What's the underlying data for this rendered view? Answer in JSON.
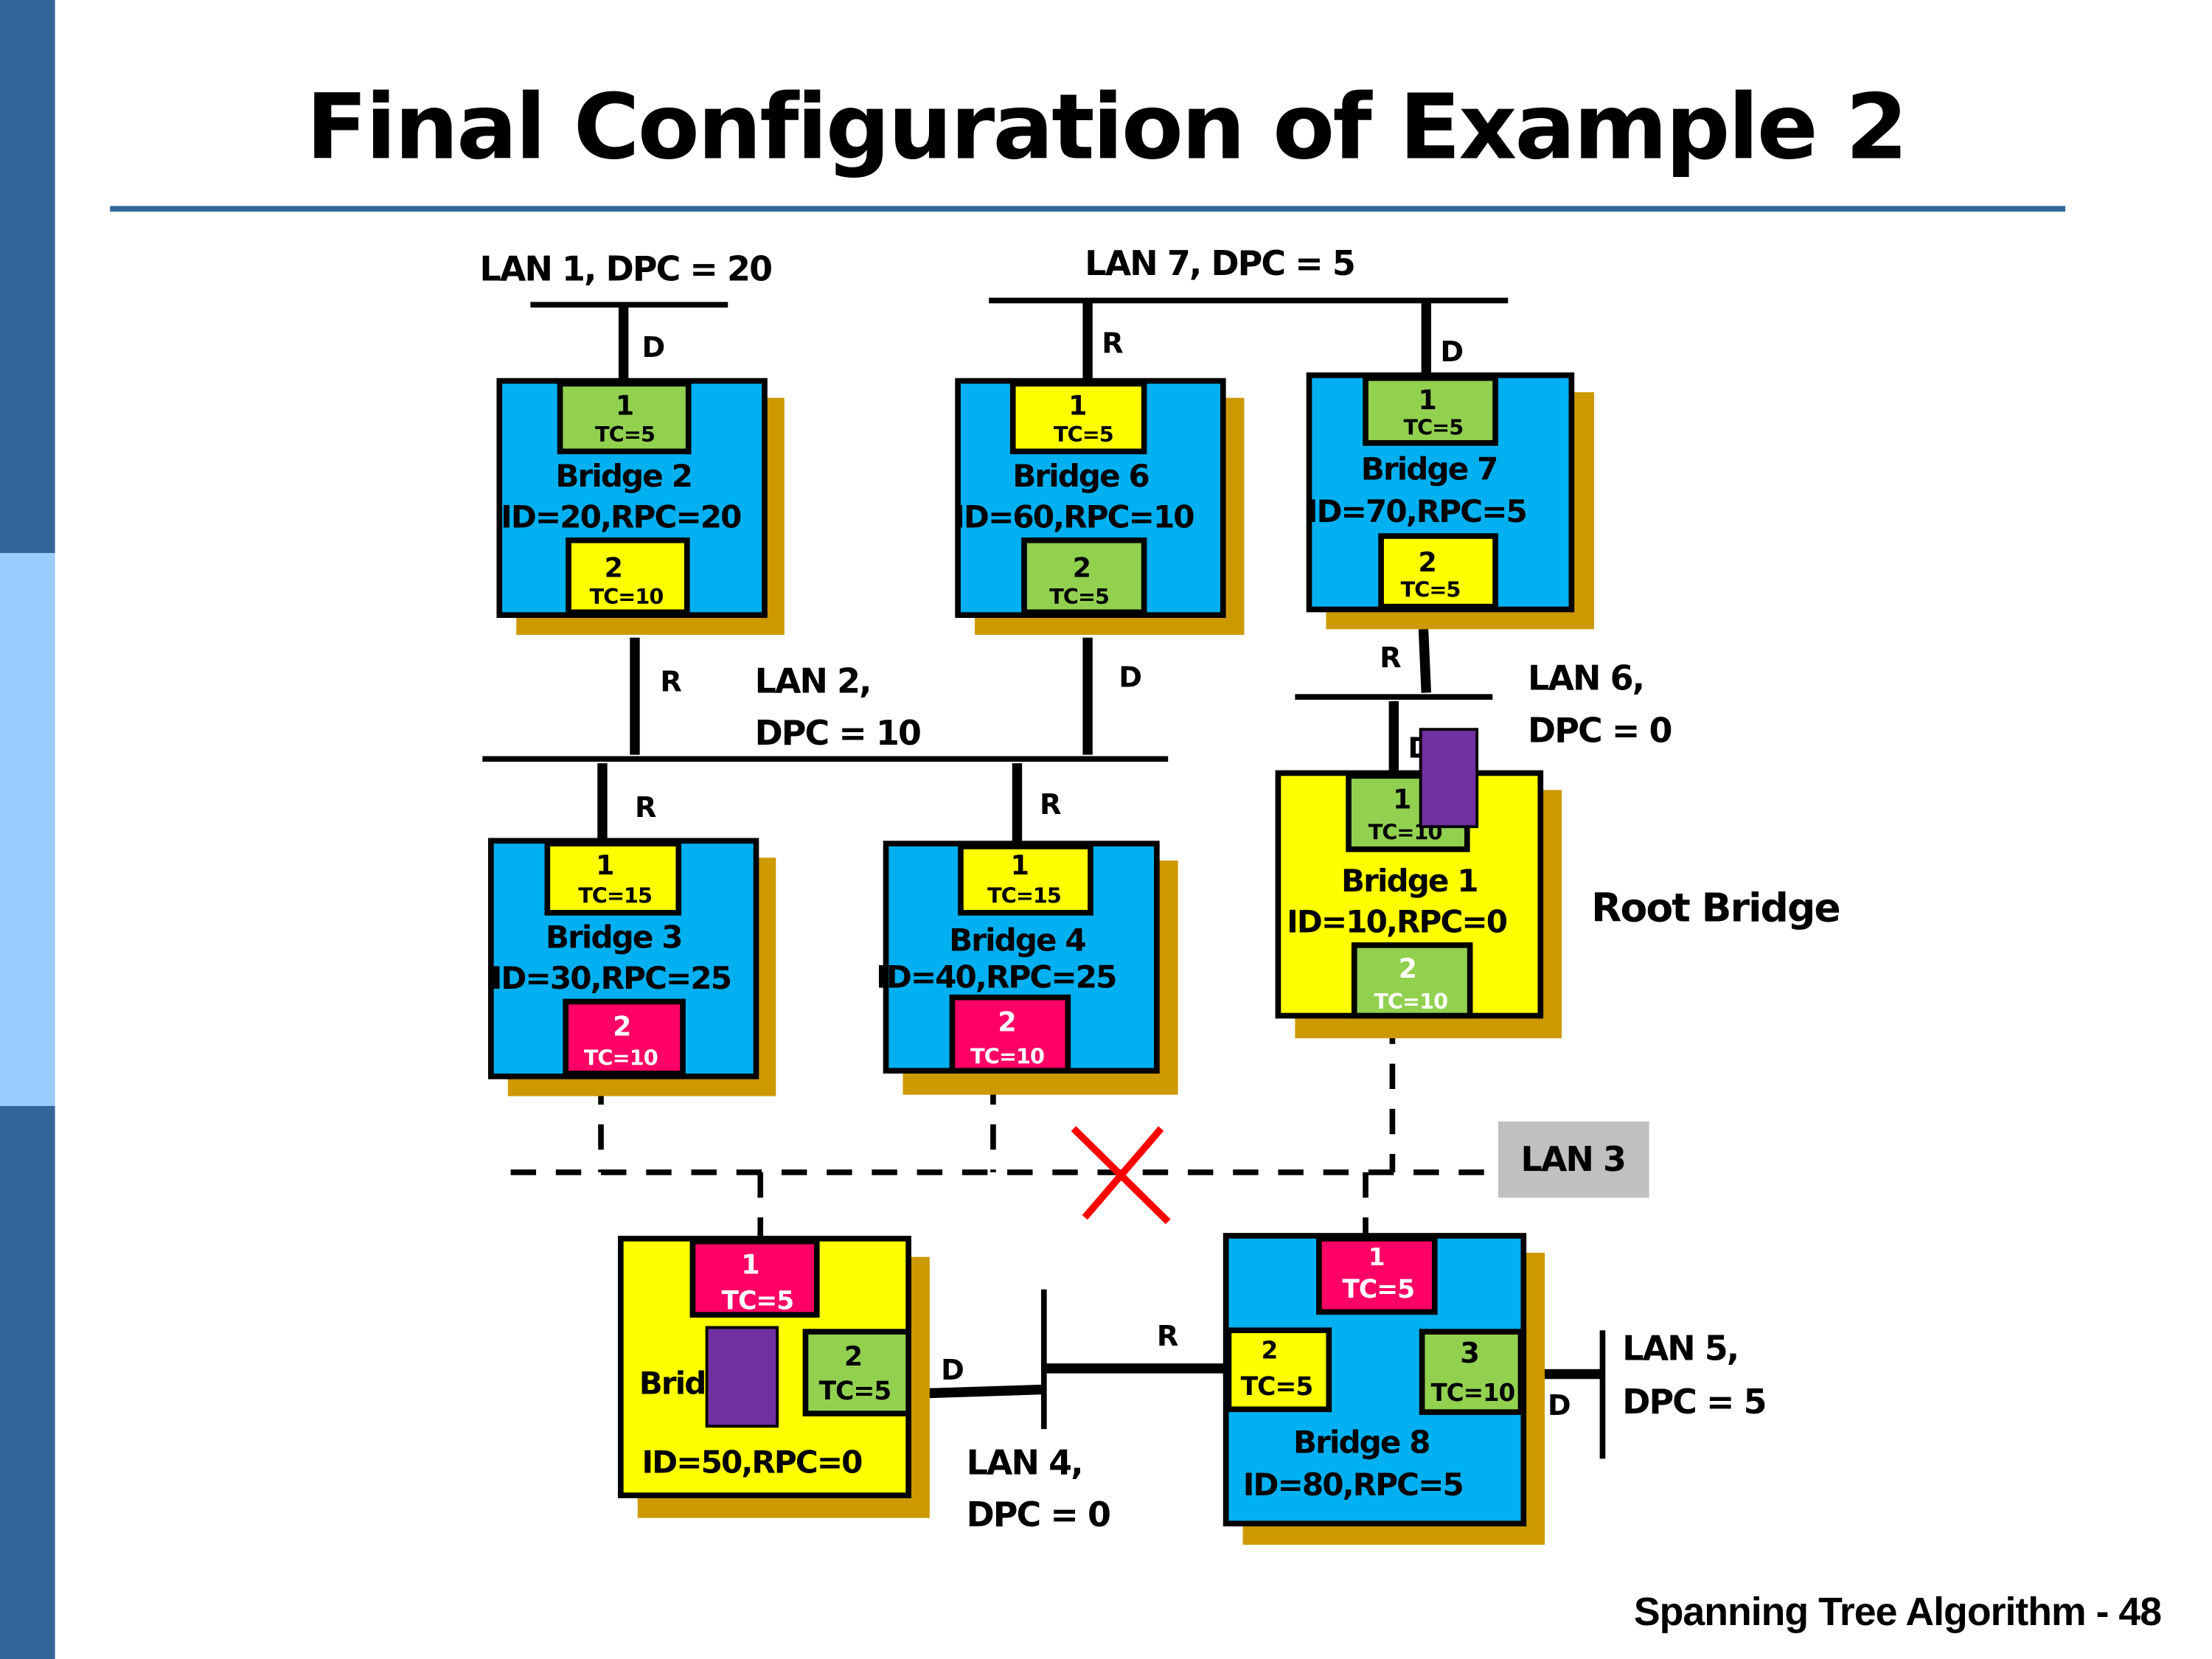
{
  "slide": {
    "title": "Final Configuration of Example 2",
    "footer": "Spanning Tree Algorithm - 48",
    "colors": {
      "sidebar_dark": "#336699",
      "sidebar_light": "#99CCFF",
      "rule": "#336699",
      "bridge_blue": "#00B0F0",
      "bridge_yellow": "#FFFF00",
      "shadow": "#CC9900",
      "port_root": "#FFFF00",
      "port_designated": "#92D050",
      "port_blocked": "#FF0066",
      "blocker": "#7030A0",
      "cut": "#FF0000",
      "lan3_bg": "#C0C0C0"
    }
  },
  "lans": {
    "lan1": "LAN 1, DPC = 20",
    "lan7": "LAN 7, DPC = 5",
    "lan2_a": "LAN 2,",
    "lan2_b": "DPC = 10",
    "lan6_a": "LAN 6,",
    "lan6_b": "DPC = 0",
    "lan3": "LAN 3",
    "lan4_a": "LAN 4,",
    "lan4_b": "DPC = 0",
    "lan5_a": "LAN 5,",
    "lan5_b": "DPC = 5"
  },
  "root_bridge_label": "Root Bridge",
  "port_roles": {
    "b2_p1": "D",
    "b6_p1": "R",
    "b7_p1": "D",
    "b2_p2": "R",
    "b6_p2": "D",
    "b7_p2": "R",
    "b1_p1": "D",
    "b3_p1": "R",
    "b4_p1": "R",
    "b5_p2": "D",
    "b8_p2": "R",
    "b8_p3": "D"
  },
  "bridges": {
    "b2": {
      "name": "Bridge 2",
      "info": "ID=20,RPC=20",
      "ports": [
        {
          "num": "1",
          "tc": "TC=5",
          "role": "designated"
        },
        {
          "num": "2",
          "tc": "TC=10",
          "role": "root"
        }
      ]
    },
    "b6": {
      "name": "Bridge 6",
      "info": "ID=60,RPC=10",
      "ports": [
        {
          "num": "1",
          "tc": "TC=5",
          "role": "root"
        },
        {
          "num": "2",
          "tc": "TC=5",
          "role": "designated"
        }
      ]
    },
    "b7": {
      "name": "Bridge 7",
      "info": "ID=70,RPC=5",
      "ports": [
        {
          "num": "1",
          "tc": "TC=5",
          "role": "designated"
        },
        {
          "num": "2",
          "tc": "TC=5",
          "role": "root"
        }
      ]
    },
    "b1": {
      "name": "Bridge 1",
      "info": "ID=10,RPC=0",
      "ports": [
        {
          "num": "1",
          "tc": "TC=10",
          "role": "designated"
        },
        {
          "num": "2",
          "tc": "TC=10",
          "role": "designated"
        }
      ]
    },
    "b3": {
      "name": "Bridge 3",
      "info": "ID=30,RPC=25",
      "ports": [
        {
          "num": "1",
          "tc": "TC=15",
          "role": "root"
        },
        {
          "num": "2",
          "tc": "TC=10",
          "role": "blocked"
        }
      ]
    },
    "b4": {
      "name": "Bridge 4",
      "info": "ID=40,RPC=25",
      "ports": [
        {
          "num": "1",
          "tc": "TC=15",
          "role": "root"
        },
        {
          "num": "2",
          "tc": "TC=10",
          "role": "blocked"
        }
      ]
    },
    "b5": {
      "name": "Brid",
      "info": "ID=50,RPC=0",
      "ports": [
        {
          "num": "1",
          "tc": "TC=5",
          "role": "blocked"
        },
        {
          "num": "2",
          "tc": "TC=5",
          "role": "designated"
        }
      ]
    },
    "b8": {
      "name": "Bridge 8",
      "info": "ID=80,RPC=5",
      "ports": [
        {
          "num": "1",
          "tc": "TC=5",
          "role": "blocked"
        },
        {
          "num": "2",
          "tc": "TC=5",
          "role": "root"
        },
        {
          "num": "3",
          "tc": "TC=10",
          "role": "designated"
        }
      ]
    }
  }
}
